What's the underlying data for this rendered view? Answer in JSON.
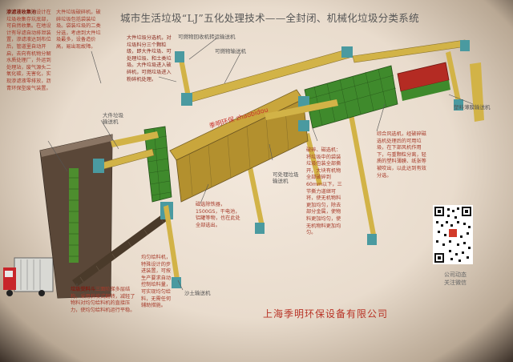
{
  "title": "城市生活垃圾“LJ”五化处理技术——全封闭、机械化垃圾分类系统",
  "notes": {
    "dust": {
      "head": "渗滤液收集池",
      "body": "设计在垃圾收集存坑底部，可自然收集。在地设计有导滤自动排泄装置，渗滤液达到布位后，管道里自动开启，去向有机物分解水质处理厂，外运到处理站，废气源头二氧化碳，无害化，实现渗滤液零排放，沥青环保型废气装置。"
    },
    "breaker": {
      "body": "大件垃圾破碎机，破碎垃圾包括袋装垃圾。袋装垃圾的二类分选，考虑到大件垃圾最多，设备造价高，易出现故障。"
    },
    "bigsorter": {
      "body": "大件垃圾分选机，对垃圾料分三个颗粒级，即大件垃圾、可处理垃圾、和土类垃圾。大件垃圾进入破碎机，可燃垃圾进入粉碎机处理。"
    },
    "hopper": {
      "head": "垃圾受料斗",
      "body": "三面阶梯多层结构，采用斜坡式翻转，减轻了物料对均匀给料机的直接压力，使均匀给料机运行平稳。"
    },
    "feeder": {
      "body": "均匀给料机，特殊设计的步进装置，可按生产要求自动控制给料量，可实现均匀给料，无需任何辅助措施。"
    },
    "magnet": {
      "body": "磁选除铁器，1500GS，干电池，铝罐等物，也在此处全部选出。"
    },
    "crusher": {
      "body": "破碎、磁选机：将垃圾中的袋装垃圾包装全部撕开，大块有机物全部破碎到60mm以下，三节撕力道继可将，使无机物料更加均匀，除去部分金属，使物料更加均匀，使无机物料更加均匀。"
    },
    "winnow": {
      "body": "综合风选机，经破碎磁选机处理后的可用垃圾，在下部风机作用下，与重颗粒分离，轻质的塑料薄膜、纸张等被吹出，以此达到有效分选。"
    }
  },
  "labels": {
    "big_conveyor": "大件垃圾输送机",
    "drum_conveyor": "可燃物回收机转运输送机",
    "burn_conveyor": "可燃物输送机",
    "crush_conveyor": "可处理垃圾输送机",
    "sand_conveyor": "沙土输送机",
    "plastic_conveyor": "塑料薄膜输送机",
    "watermark": "季明环保 zhaobidou"
  },
  "company": "上海季明环保设备有限公司",
  "qr_caption": [
    "公司动态",
    "关注微信"
  ],
  "colors": {
    "machine_green": "#3f8a2c",
    "conveyor_yellow": "#d2b347",
    "teal": "#4a9aa0",
    "dark": "#4a3a2a",
    "red_text": "#b83225"
  }
}
